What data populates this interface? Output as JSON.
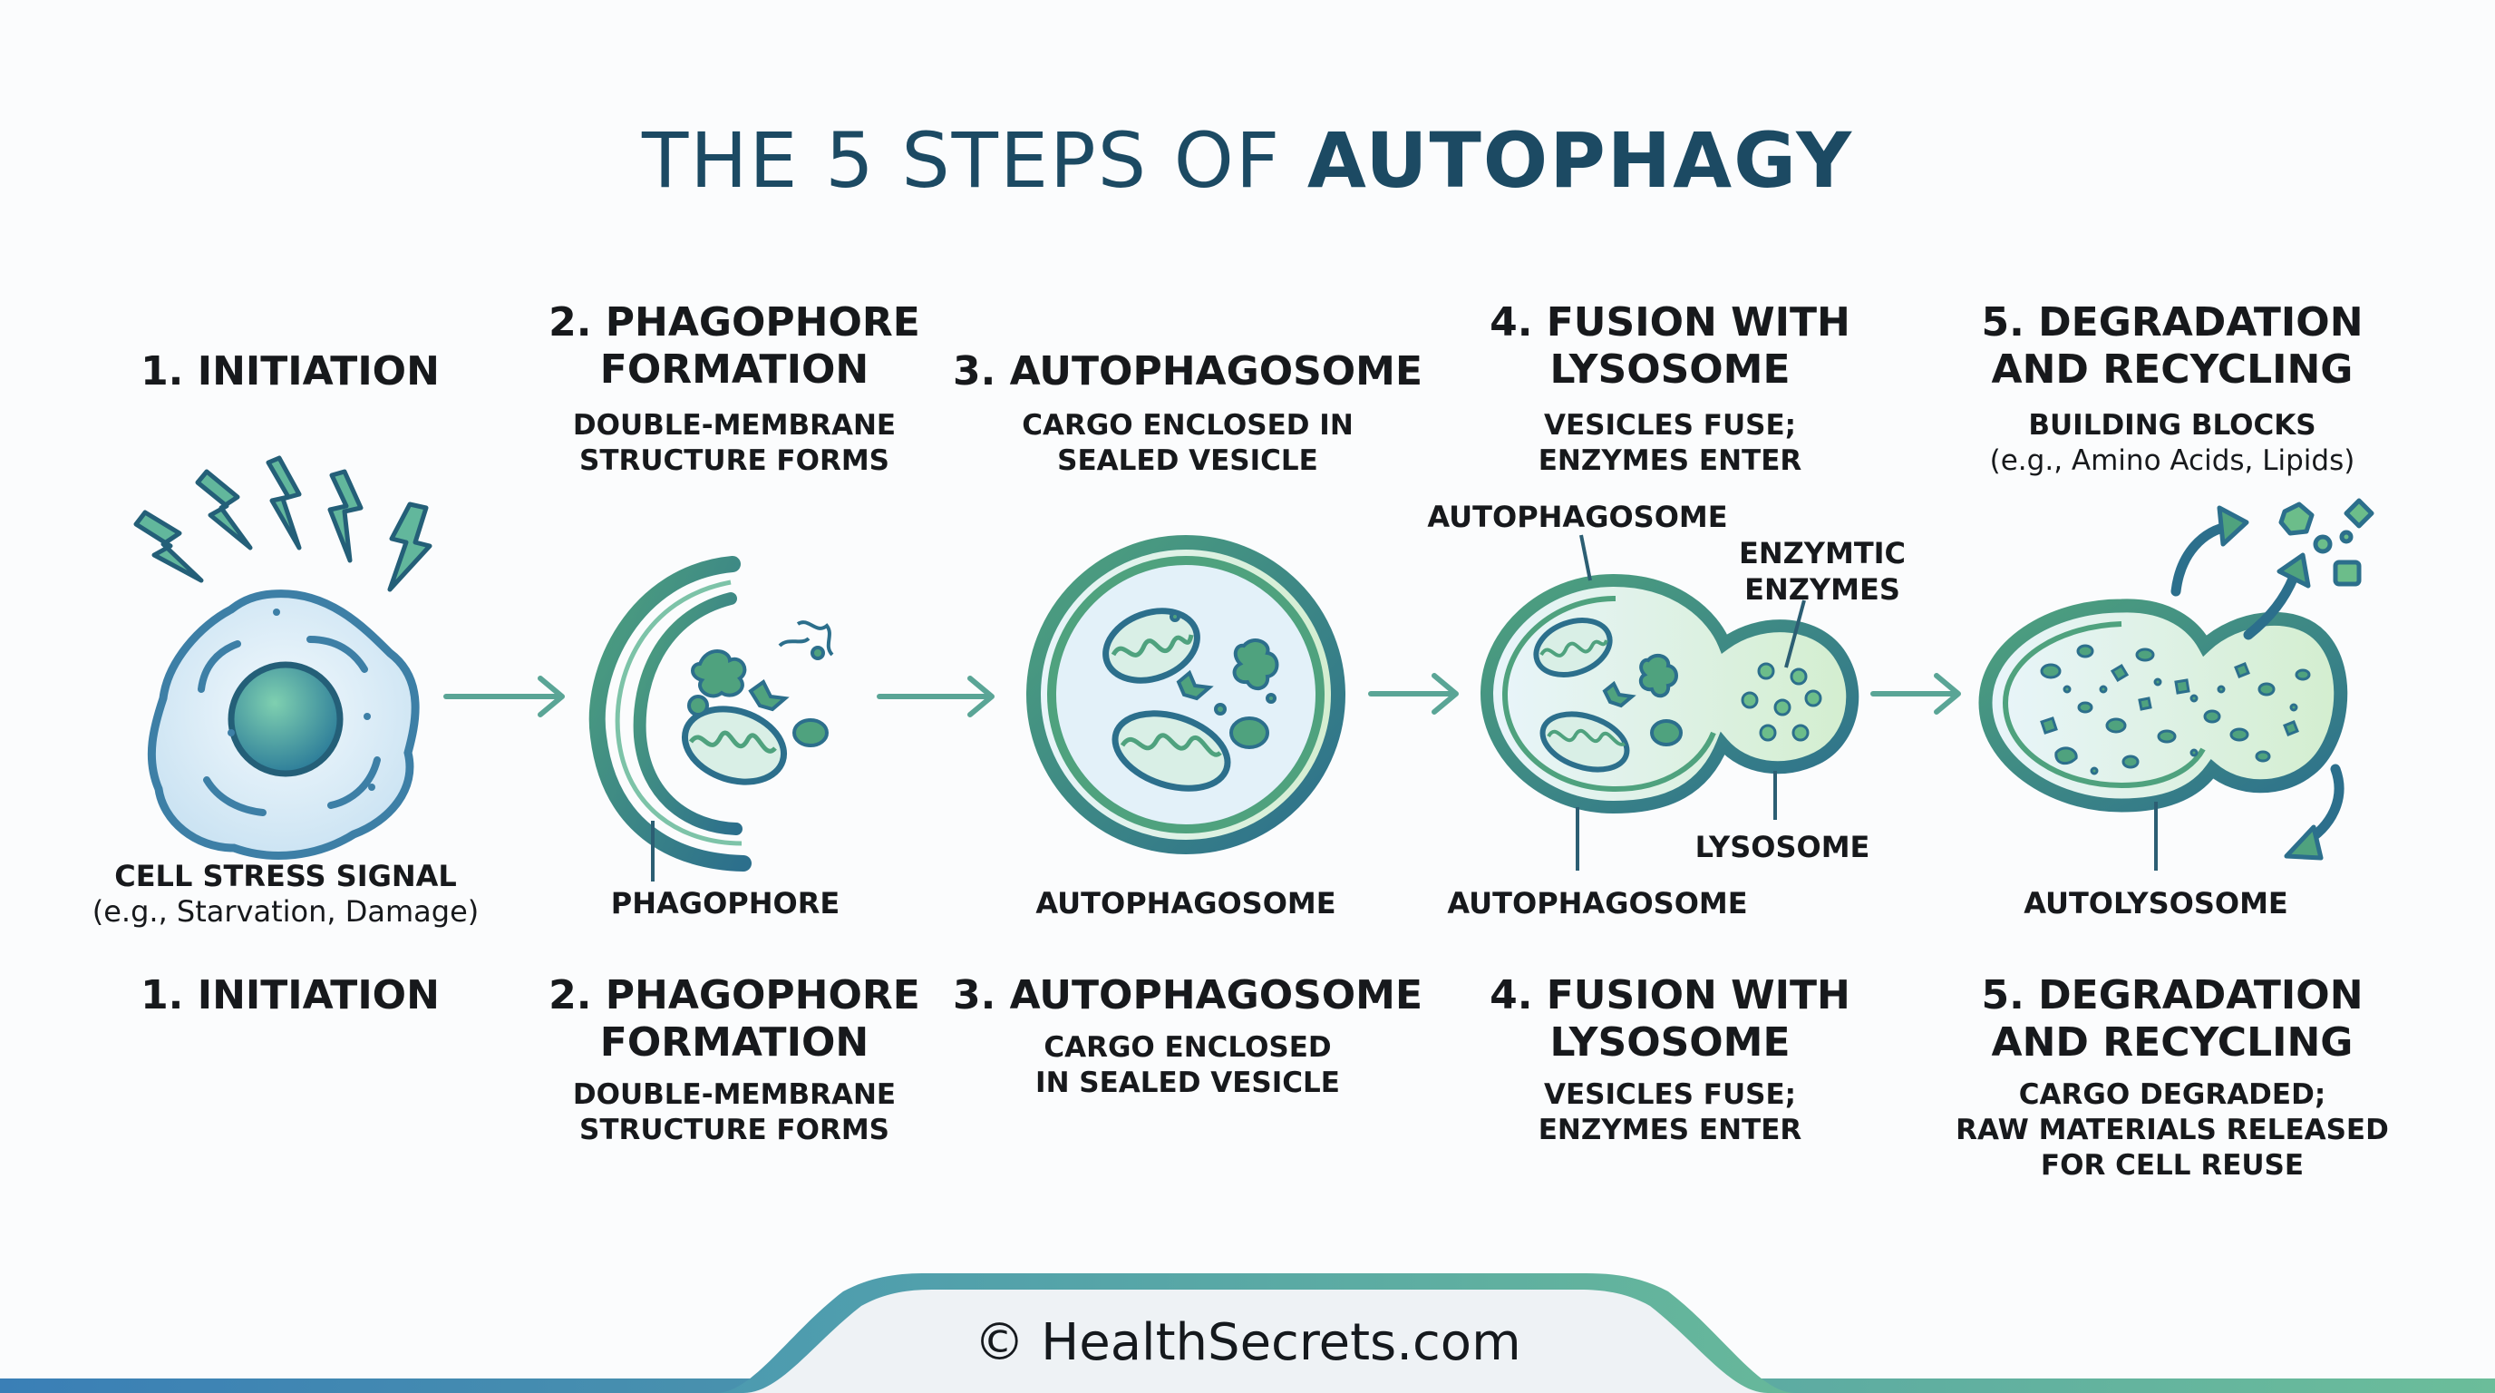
{
  "title": {
    "light": "THE 5 STEPS OF",
    "bold": "AUTOPHAGY"
  },
  "steps_top": [
    {
      "heading": "1. INITIATION",
      "subtitle": ""
    },
    {
      "heading": "2. PHAGOPHORE\nFORMATION",
      "subtitle": "DOUBLE-MEMBRANE\nSTRUCTURE FORMS"
    },
    {
      "heading": "3. AUTOPHAGOSOME",
      "subtitle": "CARGO ENCLOSED IN\nSEALED VESICLE"
    },
    {
      "heading": "4. FUSION WITH\nLYSOSOME",
      "subtitle": "VESICLES FUSE;\nENZYMES ENTER"
    },
    {
      "heading": "5. DEGRADATION\nAND RECYCLING",
      "subtitle": "BUILDING BLOCKS",
      "subtitle_note": "(e.g., Amino Acids, Lipids)"
    }
  ],
  "illustration_labels": {
    "cell_stress": "CELL STRESS SIGNAL",
    "cell_stress_note": "(e.g., Starvation, Damage)",
    "phagophore": "PHAGOPHORE",
    "autophagosome_step3": "AUTOPHAGOSOME",
    "autophagosome_step4_top": "AUTOPHAGOSOME",
    "enzymes": "ENZYMTIC\nENZYMES",
    "lysosome": "LYSOSOME",
    "autophagosome_step4_bottom": "AUTOPHAGOSOME",
    "autolysosome": "AUTOLYSOSOME"
  },
  "steps_bottom": [
    {
      "heading": "1. INITIATION",
      "subtitle": ""
    },
    {
      "heading": "2. PHAGOPHORE\nFORMATION",
      "subtitle": "DOUBLE-MEMBRANE\nSTRUCTURE FORMS"
    },
    {
      "heading": "3. AUTOPHAGOSOME",
      "subtitle": "CARGO ENCLOSED\nIN SEALED VESICLE"
    },
    {
      "heading": "4. FUSION WITH\nLYSOSOME",
      "subtitle": "VESICLES FUSE;\nENZYMES ENTER"
    },
    {
      "heading": "5. DEGRADATION\nAND RECYCLING",
      "subtitle": "CARGO DEGRADED;\nRAW MATERIALS RELEASED\nFOR CELL REUSE"
    }
  ],
  "footer": {
    "text": "© HealthSecrets.com"
  },
  "colors": {
    "title": "#1c4a63",
    "membrane_dark": "#2c6f8c",
    "membrane_green": "#4fa27e",
    "cell_fill": "#dcedf7",
    "arrow": "#5aa596",
    "footer_band_left": "#3a7fb6",
    "footer_band_right": "#6bbd9a"
  },
  "icons": [
    "lightning-bolt-icon",
    "arrow-right-icon",
    "curved-arrow-icon"
  ]
}
